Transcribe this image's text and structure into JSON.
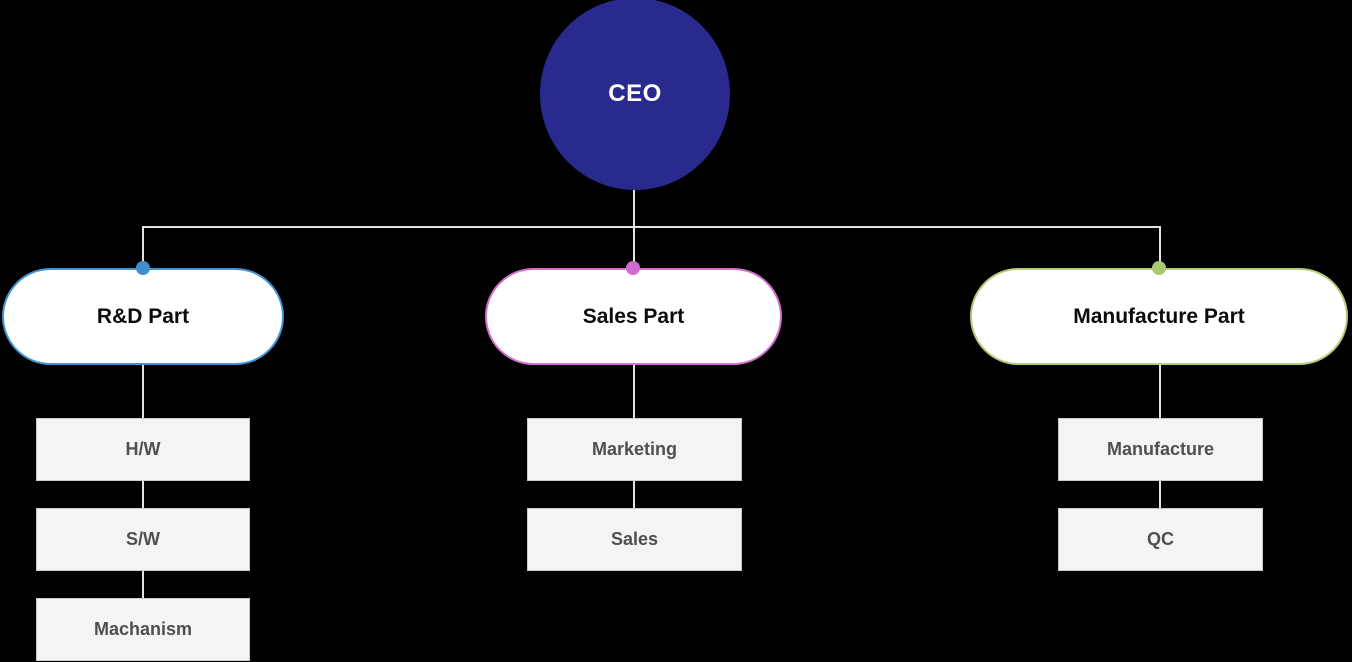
{
  "org_chart": {
    "root": {
      "label": "CEO"
    },
    "branches": [
      {
        "id": "rnd",
        "label": "R&D Part",
        "accent": "#4295D5",
        "dot_color": "#3E8FD0",
        "children": [
          "H/W",
          "S/W",
          "Machanism"
        ]
      },
      {
        "id": "sales",
        "label": "Sales Part",
        "accent": "#D56FD2",
        "dot_color": "#D06CD0",
        "children": [
          "Marketing",
          "Sales"
        ]
      },
      {
        "id": "manufacture",
        "label": "Manufacture Part",
        "accent": "#B3CC76",
        "dot_color": "#A9C96E",
        "children": [
          "Manufacture",
          "QC"
        ]
      }
    ],
    "colors": {
      "background": "#000000",
      "root_fill": "#2A2A8E",
      "root_text": "#FFFFFF",
      "connector": "#E3E3E3",
      "unit_fill": "#F4F4F4",
      "unit_border": "#C9C9C9",
      "unit_text": "#4F4F4F"
    }
  }
}
